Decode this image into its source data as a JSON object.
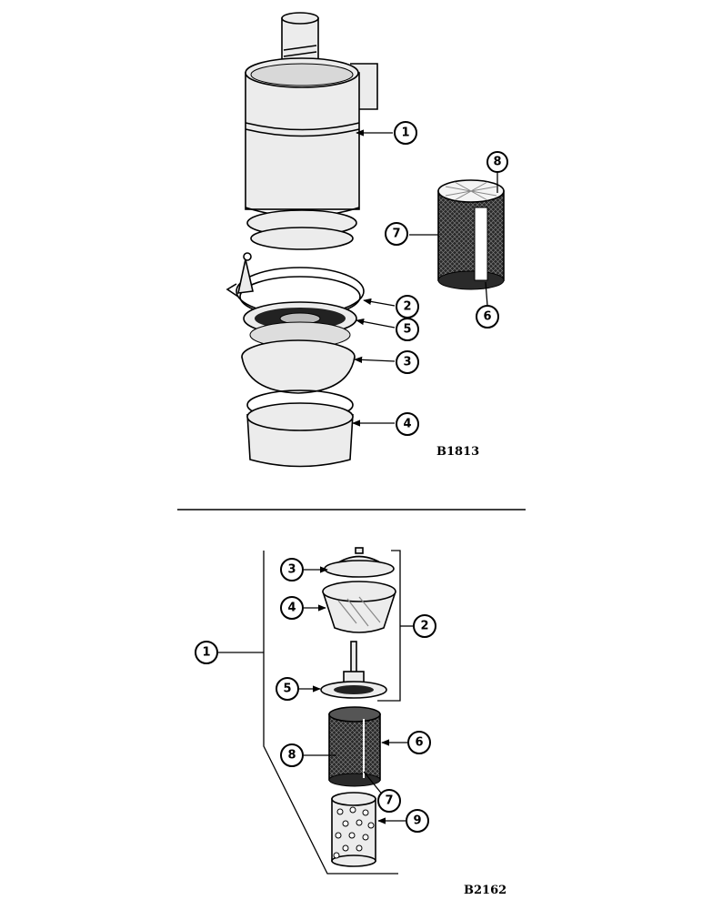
{
  "top_diagram": {
    "code": "B1813",
    "callouts": [
      "1",
      "8",
      "7",
      "2",
      "6",
      "5",
      "3",
      "4"
    ]
  },
  "bottom_diagram": {
    "code": "B2162",
    "callouts": [
      "3",
      "4",
      "2",
      "1",
      "5",
      "6",
      "8",
      "7",
      "9"
    ]
  }
}
